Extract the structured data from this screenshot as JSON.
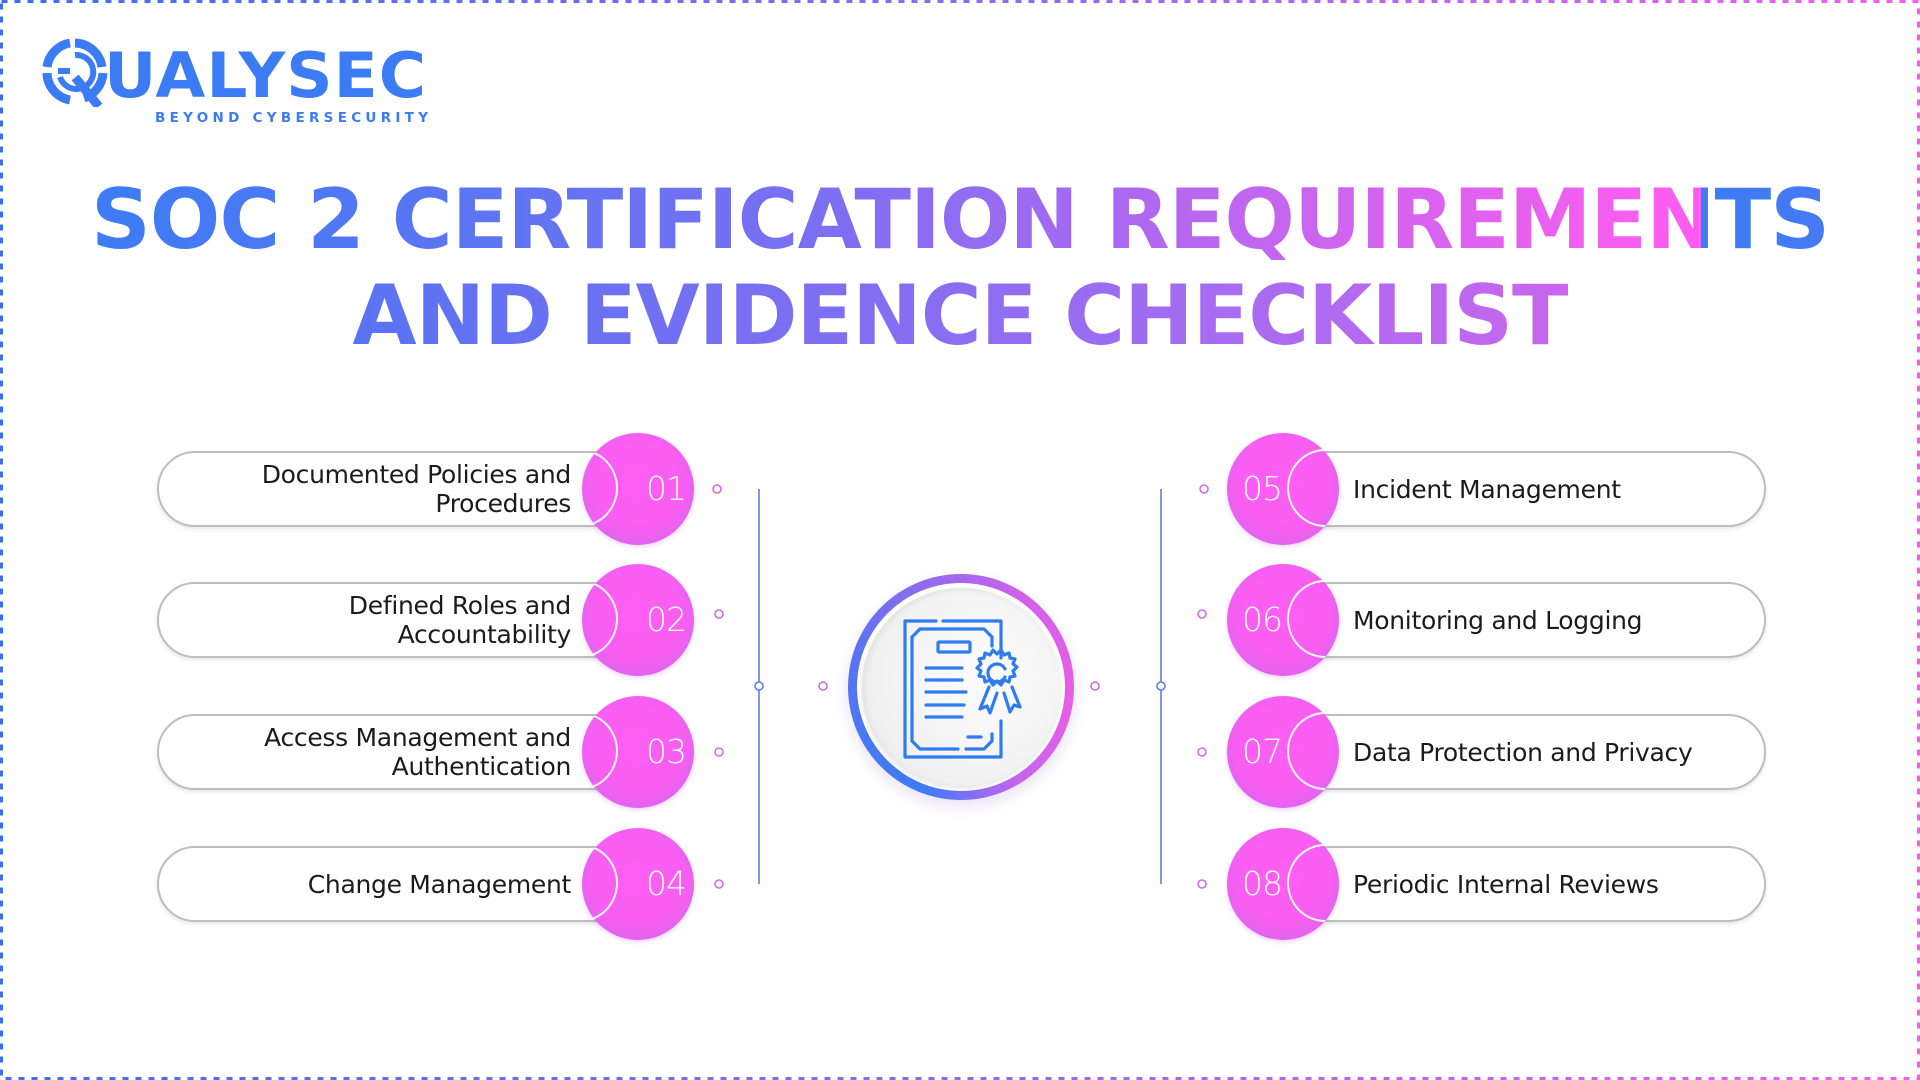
{
  "brand": {
    "name": "QUALYSEC",
    "word": "UALYSEC",
    "tagline": "BEYOND CYBERSECURITY",
    "color": "#3b7cf4"
  },
  "title": {
    "line1": "SOC 2 CERTIFICATION REQUIREMENTS",
    "line2": "AND EVIDENCE CHECKLIST",
    "gradient_start": "#3b7cf4",
    "gradient_end": "#ff5cf0"
  },
  "center_icon": {
    "name": "certificate-icon",
    "description": "Document with award seal"
  },
  "items_left": [
    {
      "number": "01",
      "lines": [
        "Documented Policies and",
        "Procedures"
      ]
    },
    {
      "number": "02",
      "lines": [
        "Defined Roles and",
        "Accountability"
      ]
    },
    {
      "number": "03",
      "lines": [
        "Access Management and",
        "Authentication"
      ]
    },
    {
      "number": "04",
      "lines": [
        "Change Management"
      ]
    }
  ],
  "items_right": [
    {
      "number": "05",
      "lines": [
        "Incident Management"
      ]
    },
    {
      "number": "06",
      "lines": [
        "Monitoring and Logging"
      ]
    },
    {
      "number": "07",
      "lines": [
        "Data Protection and Privacy"
      ]
    },
    {
      "number": "08",
      "lines": [
        "Periodic Internal Reviews"
      ]
    }
  ],
  "colors": {
    "accent_blue": "#3b7cf4",
    "accent_pink": "#ff5cf0",
    "number_circle": "#f95ef2",
    "pill_border": "#bdbdbd",
    "connector_blue": "#5b7fe0",
    "connector_pink": "#d36be8",
    "text": "#1b1b1b"
  }
}
